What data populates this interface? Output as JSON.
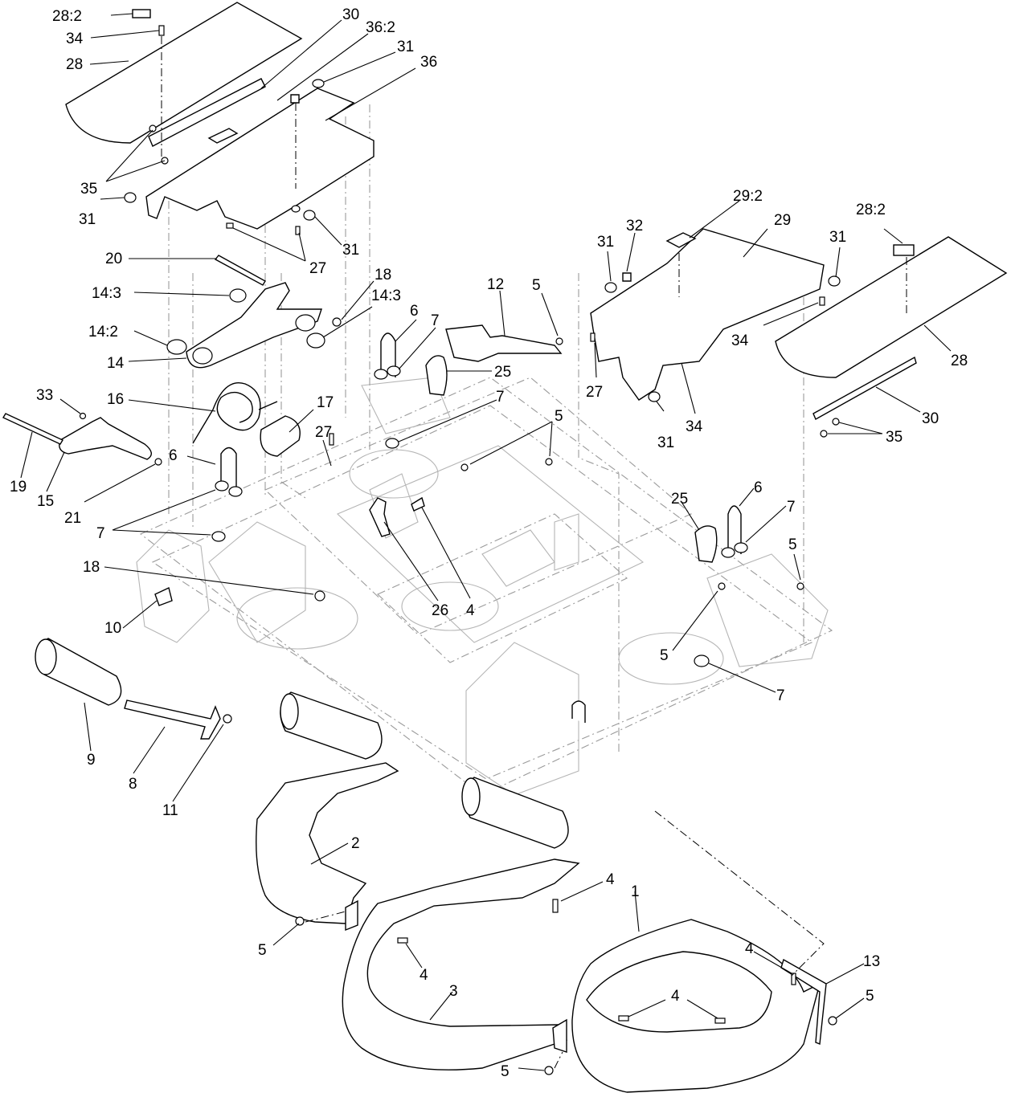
{
  "callouts": [
    {
      "id": "c1",
      "text": "28:2"
    },
    {
      "id": "c2",
      "text": "34"
    },
    {
      "id": "c3",
      "text": "28"
    },
    {
      "id": "c4",
      "text": "30"
    },
    {
      "id": "c5",
      "text": "36:2"
    },
    {
      "id": "c6",
      "text": "31"
    },
    {
      "id": "c7",
      "text": "36"
    },
    {
      "id": "c8",
      "text": "35"
    },
    {
      "id": "c9",
      "text": "31"
    },
    {
      "id": "c10",
      "text": "31"
    },
    {
      "id": "c11",
      "text": "27"
    },
    {
      "id": "c12",
      "text": "20"
    },
    {
      "id": "c13",
      "text": "14:3"
    },
    {
      "id": "c14",
      "text": "18"
    },
    {
      "id": "c15",
      "text": "14:3"
    },
    {
      "id": "c16",
      "text": "14:2"
    },
    {
      "id": "c17",
      "text": "14"
    },
    {
      "id": "c18",
      "text": "16"
    },
    {
      "id": "c19",
      "text": "17"
    },
    {
      "id": "c20",
      "text": "33"
    },
    {
      "id": "c21",
      "text": "19"
    },
    {
      "id": "c22",
      "text": "15"
    },
    {
      "id": "c23",
      "text": "21"
    },
    {
      "id": "c24",
      "text": "6"
    },
    {
      "id": "c25",
      "text": "7"
    },
    {
      "id": "c26",
      "text": "27"
    },
    {
      "id": "c27",
      "text": "18"
    },
    {
      "id": "c28",
      "text": "10"
    },
    {
      "id": "c29",
      "text": "9"
    },
    {
      "id": "c30",
      "text": "8"
    },
    {
      "id": "c31",
      "text": "11"
    },
    {
      "id": "c32",
      "text": "12"
    },
    {
      "id": "c33",
      "text": "5"
    },
    {
      "id": "c34",
      "text": "6"
    },
    {
      "id": "c35",
      "text": "7"
    },
    {
      "id": "c36",
      "text": "25"
    },
    {
      "id": "c37",
      "text": "7"
    },
    {
      "id": "c38",
      "text": "5"
    },
    {
      "id": "c39",
      "text": "26"
    },
    {
      "id": "c40",
      "text": "4"
    },
    {
      "id": "c41",
      "text": "29:2"
    },
    {
      "id": "c42",
      "text": "29"
    },
    {
      "id": "c43",
      "text": "31"
    },
    {
      "id": "c44",
      "text": "32"
    },
    {
      "id": "c45",
      "text": "31"
    },
    {
      "id": "c46",
      "text": "28:2"
    },
    {
      "id": "c47",
      "text": "34"
    },
    {
      "id": "c48",
      "text": "28"
    },
    {
      "id": "c49",
      "text": "27"
    },
    {
      "id": "c50",
      "text": "34"
    },
    {
      "id": "c51",
      "text": "31"
    },
    {
      "id": "c52",
      "text": "30"
    },
    {
      "id": "c53",
      "text": "35"
    },
    {
      "id": "c54",
      "text": "25"
    },
    {
      "id": "c55",
      "text": "6"
    },
    {
      "id": "c56",
      "text": "7"
    },
    {
      "id": "c57",
      "text": "5"
    },
    {
      "id": "c58",
      "text": "5"
    },
    {
      "id": "c59",
      "text": "7"
    },
    {
      "id": "c60",
      "text": "2"
    },
    {
      "id": "c61",
      "text": "4"
    },
    {
      "id": "c62",
      "text": "1"
    },
    {
      "id": "c63",
      "text": "5"
    },
    {
      "id": "c64",
      "text": "4"
    },
    {
      "id": "c65",
      "text": "3"
    },
    {
      "id": "c66",
      "text": "4"
    },
    {
      "id": "c67",
      "text": "4"
    },
    {
      "id": "c68",
      "text": "13"
    },
    {
      "id": "c69",
      "text": "5"
    },
    {
      "id": "c70",
      "text": "5"
    }
  ]
}
